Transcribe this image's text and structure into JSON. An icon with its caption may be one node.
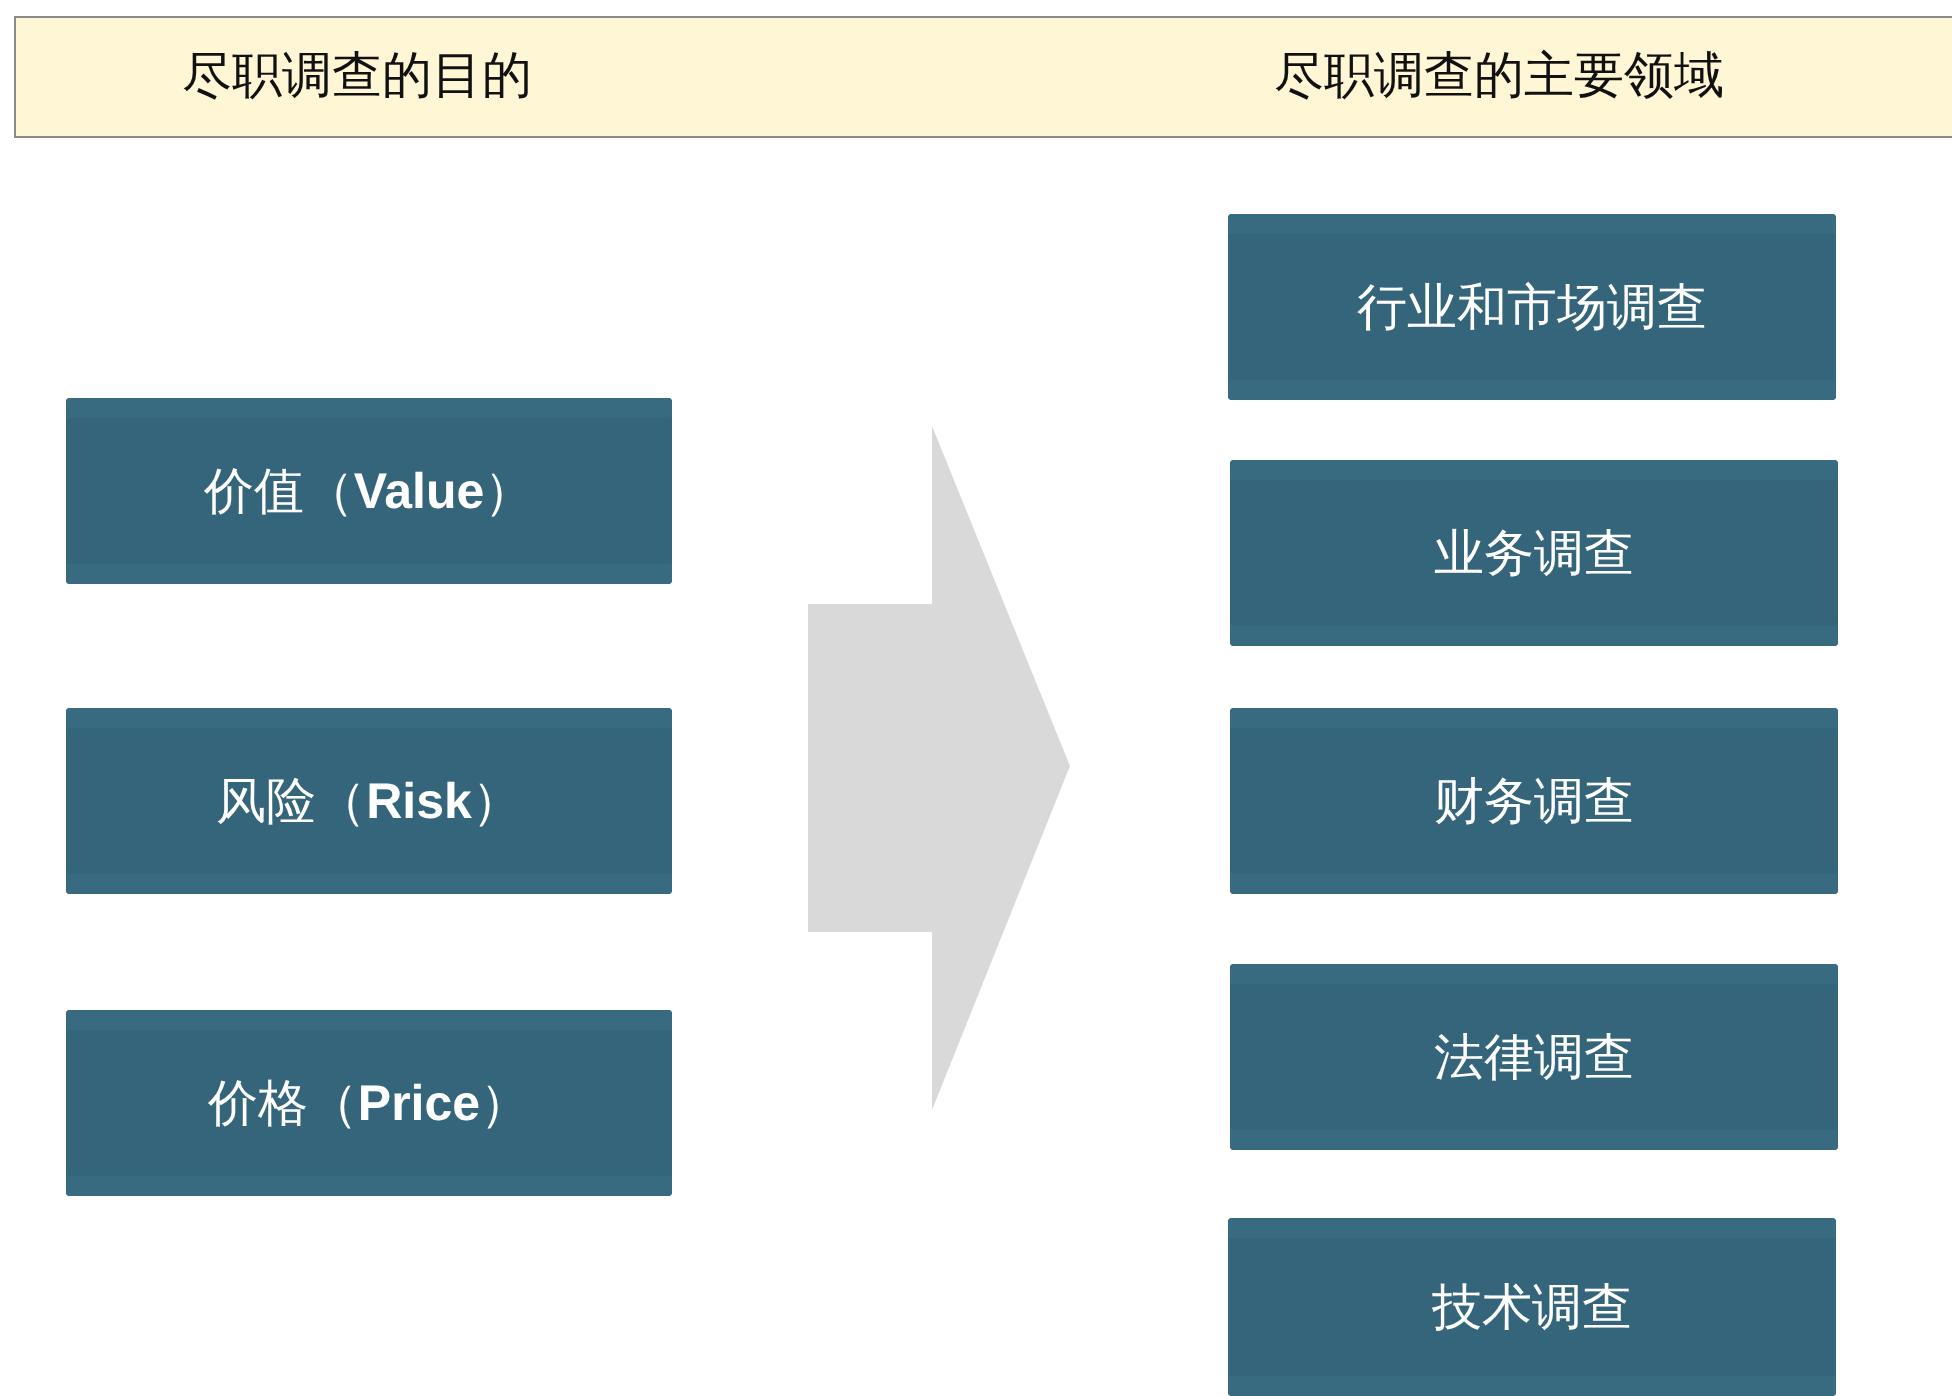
{
  "diagram": {
    "nodes": [
      {
        "text": [
          "尽职调查的目的",
          "尽职调查的主要领域"
        ]
      },
      {
        "text": [
          "价值（**Value**）"
        ]
      },
      {
        "text": [
          "风险（**Risk**）"
        ]
      },
      {
        "text": [
          "价格（**Price**）"
        ]
      },
      {
        "text": [
          "行业和市场调查"
        ]
      },
      {
        "text": [
          "业务调查"
        ]
      },
      {
        "text": [
          "财务调查"
        ]
      },
      {
        "text": [
          "法律调查"
        ]
      },
      {
        "text": [
          "技术调查"
        ]
      }
    ]
  }
}
